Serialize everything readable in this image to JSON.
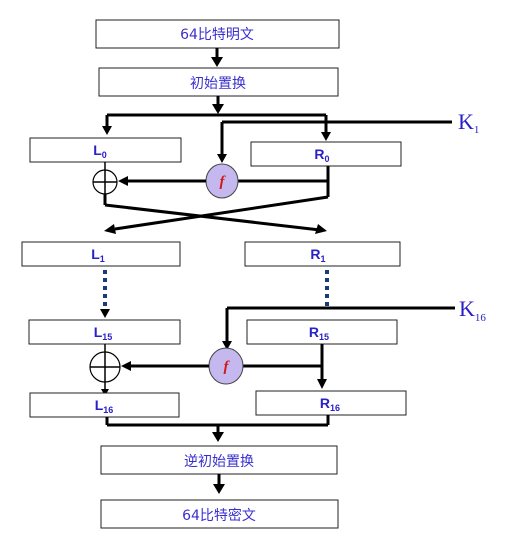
{
  "plaintext_box": "64比特明文",
  "initial_permutation_box": "初始置换",
  "round1": {
    "left": {
      "main": "L",
      "sub": "0"
    },
    "right": {
      "main": "R",
      "sub": "0"
    },
    "key": {
      "main": "K",
      "sub": "1"
    },
    "function": "f"
  },
  "after_round1": {
    "left": {
      "main": "L",
      "sub": "1"
    },
    "right": {
      "main": "R",
      "sub": "1"
    }
  },
  "round16": {
    "left": {
      "main": "L",
      "sub": "15"
    },
    "right": {
      "main": "R",
      "sub": "15"
    },
    "key": {
      "main": "K",
      "sub": "16"
    },
    "function": "f"
  },
  "after_round16": {
    "left": {
      "main": "L",
      "sub": "16"
    },
    "right": {
      "main": "R",
      "sub": "16"
    }
  },
  "inverse_permutation_box": "逆初始置换",
  "ciphertext_box": "64比特密文",
  "colors": {
    "text": "#3a2fcf",
    "function_fill": "#c4b8ee",
    "function_text": "#d01818",
    "dotted_line": "#1a3a7a"
  }
}
